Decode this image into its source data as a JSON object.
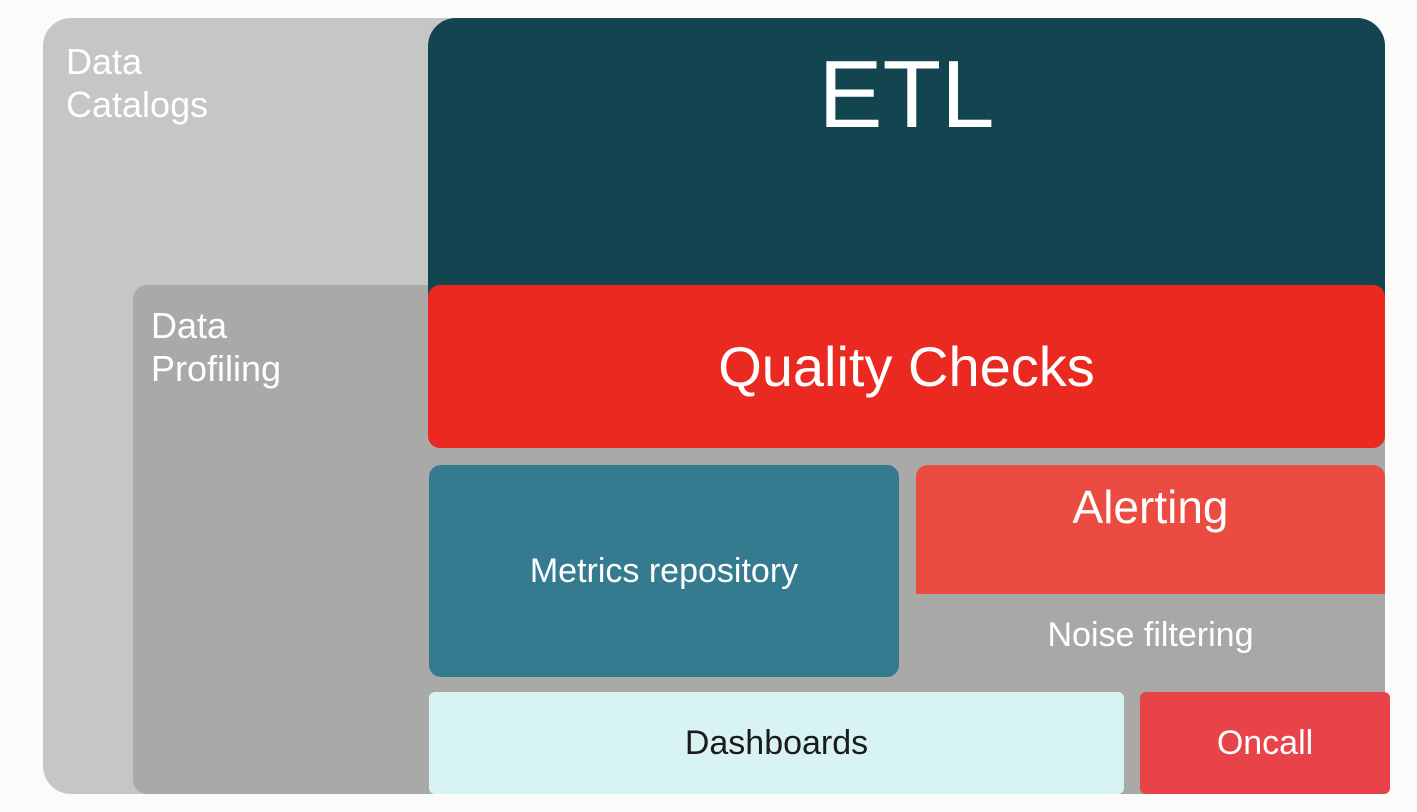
{
  "diagram": {
    "blocks": {
      "data_catalogs": {
        "label": "Data\nCatalogs",
        "color": "#c6c6c4"
      },
      "data_profiling": {
        "label": "Data\nProfiling",
        "color": "#a9a9a7"
      },
      "etl": {
        "label": "ETL",
        "color": "#124550"
      },
      "quality_checks": {
        "label": "Quality Checks",
        "color": "#ea2a21"
      },
      "metrics_repository": {
        "label": "Metrics repository",
        "color": "#347b8f"
      },
      "alerting": {
        "label": "Alerting",
        "color": "#eb4b40"
      },
      "noise_filtering": {
        "label": "Noise filtering",
        "color": "#a8a9a7"
      },
      "dashboards": {
        "label": "Dashboards",
        "color": "#d8f3f3"
      },
      "oncall": {
        "label": "Oncall",
        "color": "#e9434a"
      }
    }
  }
}
